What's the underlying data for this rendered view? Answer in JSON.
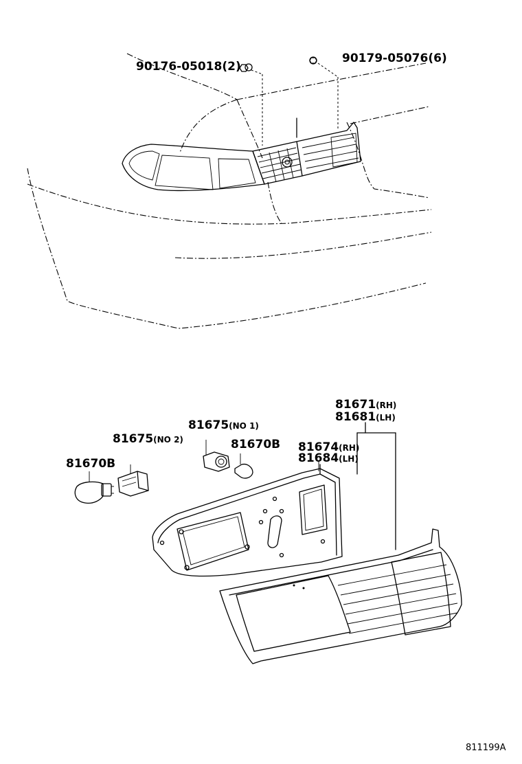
{
  "labels": {
    "screw": {
      "number": "90176-05018",
      "qty": "(2)"
    },
    "nut": {
      "number": "90179-05076",
      "qty": "(6)"
    },
    "lamp_assy_rh": {
      "number": "81671",
      "side": "(RH)"
    },
    "lamp_assy_lh": {
      "number": "81681",
      "side": "(LH)"
    },
    "lens_rh": {
      "number": "81674",
      "side": "(RH)"
    },
    "lens_lh": {
      "number": "81684",
      "side": "(LH)"
    },
    "socket_no1": {
      "number": "81675",
      "note": "(NO 1)"
    },
    "socket_no2": {
      "number": "81675",
      "note": "(NO 2)"
    },
    "bulb_small": {
      "number": "81670B"
    },
    "bulb_large": {
      "number": "81670B"
    }
  },
  "figure_id": "811199A"
}
